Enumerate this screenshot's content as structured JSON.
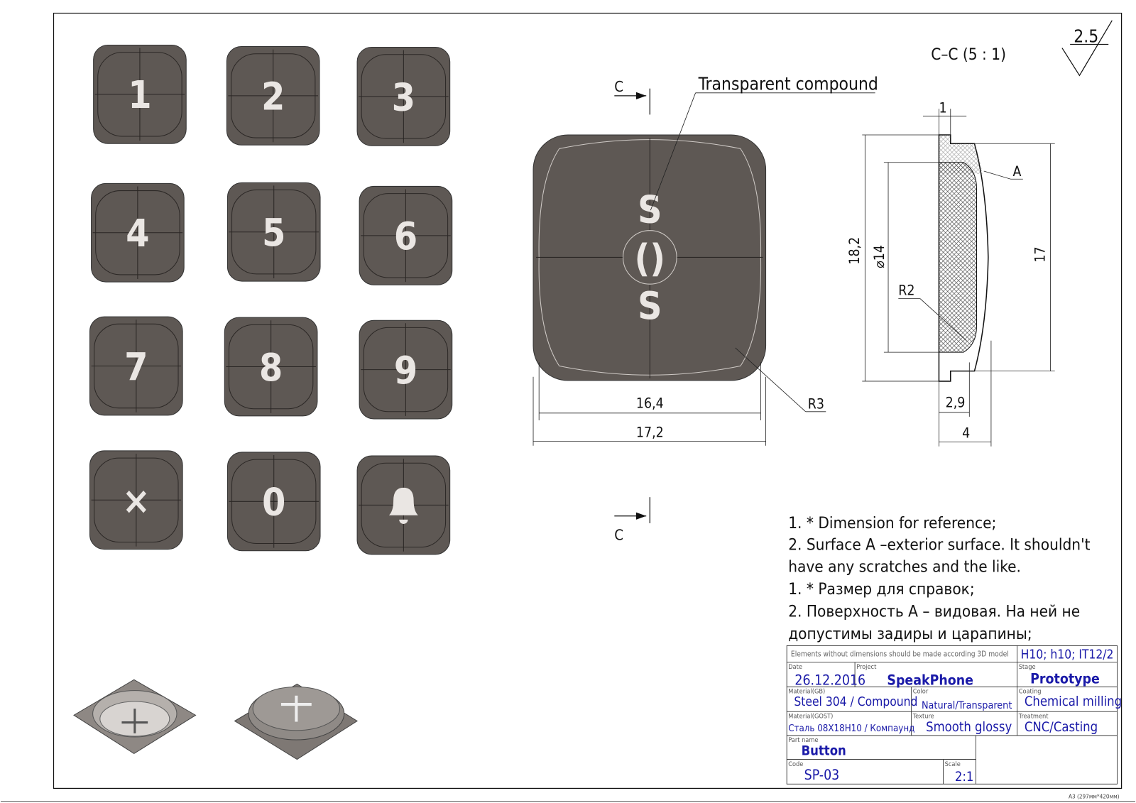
{
  "roughness": "2.5",
  "section_label": "C–C (5 : 1)",
  "cut_letter": "C",
  "callout_compound": "Transparent compound",
  "sos_text": [
    "S",
    "()",
    "S"
  ],
  "keys": [
    "1",
    "2",
    "3",
    "4",
    "5",
    "6",
    "7",
    "8",
    "9",
    "×",
    "0",
    "bell"
  ],
  "dimensions": {
    "width_inner": "16,4",
    "width_outer": "17,2",
    "radius_outer": "R3",
    "radius_inner": "R2",
    "height_total": "18,2",
    "diameter": "⌀14",
    "height_right": "17",
    "rim": "1",
    "depth_inner": "2,9",
    "depth_total": "4",
    "surface": "A"
  },
  "notes": [
    "1.   * Dimension for reference;",
    "2.   Surface A –exterior surface. It shouldn't",
    "have any scratches and the like.",
    "1.   * Размер для справок;",
    "2.   Поверхность А – видовая. На ней не",
    "допустимы задиры и царапины;"
  ],
  "title_block": {
    "general_note": "Elements without dimensions should be made according 3D model",
    "tolerance": "H10; h10; IT12/2",
    "date_label": "Date",
    "date": "26.12.2016",
    "project_label": "Project",
    "project": "SpeakPhone",
    "stage_label": "Stage",
    "stage": "Prototype",
    "material_gb_label": "Material(GB)",
    "material_gb": "Steel 304 / Compound",
    "color_label": "Color",
    "color": "Natural/Transparent",
    "coating_label": "Coating",
    "coating": "Chemical milling",
    "material_gost_label": "Material(GOST)",
    "material_gost": "Сталь 08Х18Н10 / Компаунд",
    "texture_label": "Texture",
    "texture": "Smooth glossy",
    "treatment_label": "Treatment",
    "treatment": "CNC/Casting",
    "part_name_label": "Part name",
    "part_name": "Button",
    "code_label": "Code",
    "code": "SP-03",
    "scale_label": "Scale",
    "scale": "2:1"
  },
  "sheet_format": "A3 (297мм*420мм)"
}
